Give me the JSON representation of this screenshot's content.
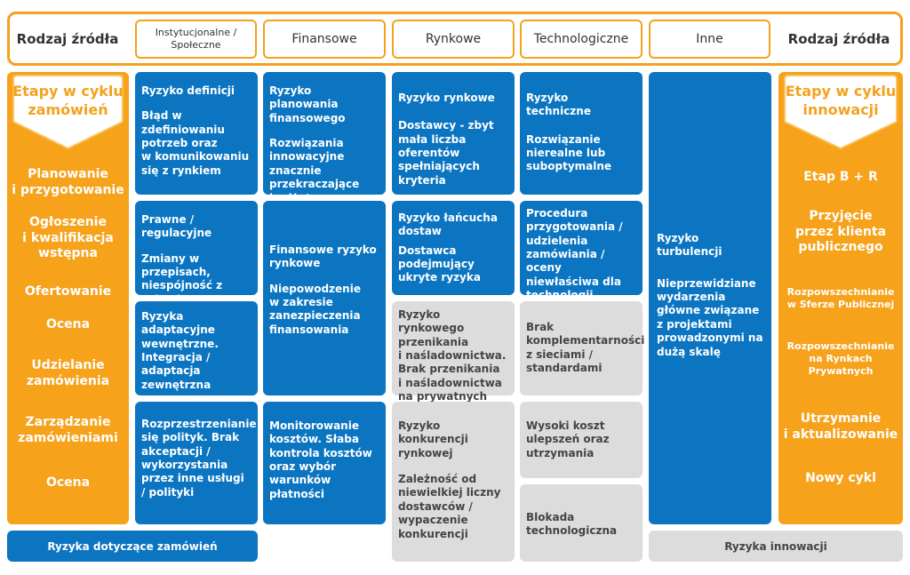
{
  "header": {
    "left_label": "Rodzaj źródła",
    "right_label": "Rodzaj źródła",
    "categories": [
      "Instytucjonalne /\nSpołeczne",
      "Finansowe",
      "Rynkowe",
      "Technologiczne",
      "Inne"
    ]
  },
  "left_column": {
    "title": "Etapy w cyklu\nzamówień",
    "stages": [
      "Planowanie\ni przygotowanie",
      "Ogłoszenie\ni kwalifikacja\nwstępna",
      "Ofertowanie",
      "Ocena",
      "Udzielanie\nzamówienia",
      "Zarządzanie\nzamówieniami",
      "Ocena"
    ]
  },
  "right_column": {
    "title": "Etapy w cyklu\ninnowacji",
    "stages": [
      "Etap B + R",
      "Przyjęcie\nprzez klienta\npublicznego",
      "Rozpowszechnianie\nw Sferze Publicznej",
      "Rozpowszechnianie\nna Rynkach\nPrywatnych",
      "Utrzymanie\ni aktualizowanie",
      "Nowy cykl"
    ]
  },
  "boxes": {
    "inst1": {
      "title": "Ryzyko definicji",
      "body": "Błąd w zdefiniowaniu potrzeb oraz\nw komunikowaniu się z rynkiem"
    },
    "inst2": {
      "title": "Prawne / regulacyjne",
      "body": "Zmiany w przepisach, niespójność z celami zamówiania"
    },
    "inst3": {
      "title": "Ryzyka adaptacyjne wewnętrzne. Integracja / adaptacja zewnętrzna",
      "body": ""
    },
    "inst4": {
      "title": "Rozprzestrzenianie się polityk. Brak akceptacji / wykorzystania przez inne usługi / polityki",
      "body": ""
    },
    "fin1": {
      "title": "Ryzyko planowania finansowego",
      "body": "Rozwiązania innowacyjne znacznie przekraczające budżet początkowy"
    },
    "fin2": {
      "title": "Finansowe ryzyko rynkowe",
      "body": "Niepowodzenie\nw zakresie zanezpieczenia finansowania"
    },
    "fin3": {
      "title": "Monitorowanie kosztów. Słaba kontrola kosztów oraz wybór warunków płatności",
      "body": ""
    },
    "ryn1": {
      "title": "Ryzyko rynkowe",
      "body": "Dostawcy - zbyt mała liczba oferentów spełniających kryteria"
    },
    "ryn2": {
      "title": "Ryzyko łańcucha dostaw",
      "body": "Dostawca podejmujący ukryte ryzyka"
    },
    "ryn3": {
      "title": "Ryzyko rynkowego przenikania\ni naśladownictwa. Brak przenikania\ni naśladownictwa na prywatnych rynkach",
      "body": ""
    },
    "ryn4": {
      "title": "Ryzyko konkurencji rynkowej",
      "body": "Zależność od niewielkiej liczny dostawców / wypaczenie konkurencji"
    },
    "tech1": {
      "title": "Ryzyko techniczne",
      "body": "Rozwiązanie nierealne lub suboptymalne"
    },
    "tech2": {
      "title": "Procedura przygotowania / udzielenia zamówiania / oceny niewłaściwa dla technologii",
      "body": ""
    },
    "tech3": {
      "title": "Brak komplementarności z sieciami / standardami",
      "body": ""
    },
    "tech4": {
      "title": "Wysoki koszt ulepszeń oraz utrzymania",
      "body": ""
    },
    "tech5": {
      "title": "Blokada technologiczna",
      "body": ""
    },
    "inne1": {
      "title": "Ryzyko turbulencji",
      "body": "Nieprzewidziane wydarzenia główne związane\nz projektami prowadzonymi na dużą skalę"
    }
  },
  "footer": {
    "left": "Ryzyka dotyczące zamówień",
    "right": "Ryzyka innowacji"
  },
  "colors": {
    "orange": "#f6a21b",
    "blue": "#0b75c2",
    "grey": "#dcdcdc"
  }
}
